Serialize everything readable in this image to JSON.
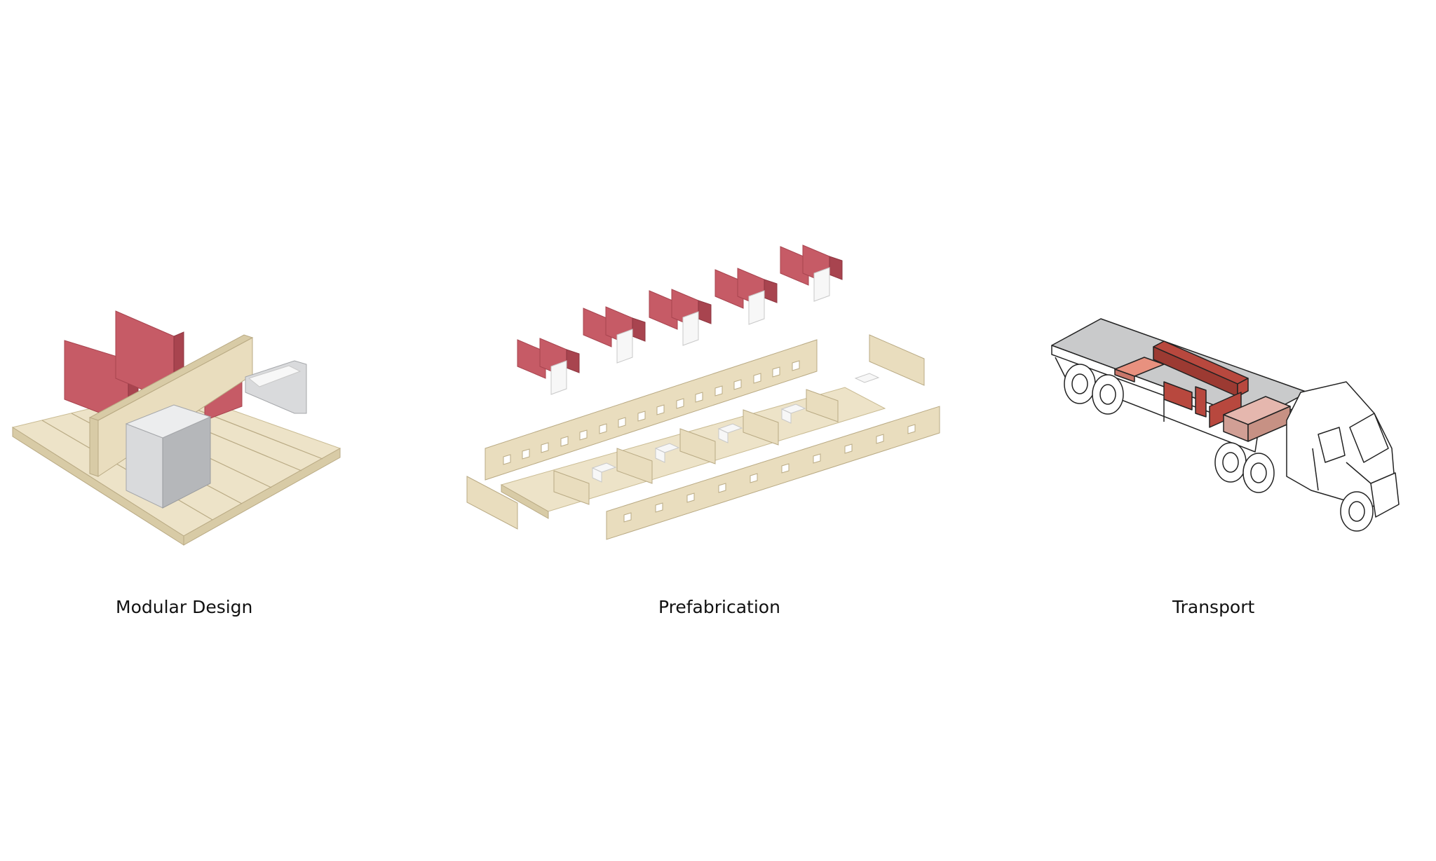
{
  "panels": [
    {
      "id": "modular",
      "caption": "Modular Design",
      "icon": "modular-unit-isometric"
    },
    {
      "id": "prefab",
      "caption": "Prefabrication",
      "icon": "exploded-prefab-components"
    },
    {
      "id": "transport",
      "caption": "Transport",
      "icon": "flatbed-truck-with-panels"
    }
  ],
  "colors": {
    "wood": "#EDE3C8",
    "wood_dark": "#D8CBA6",
    "wood_line": "#B9AA84",
    "wall_red": "#C65B66",
    "wall_red_dark": "#A8444F",
    "wall_grey": "#D9DADC",
    "wall_grey_dark": "#B5B7BA",
    "cargo_salmon": "#E8917F",
    "cargo_brick": "#B8483E",
    "truck_bed": "#C9CACB"
  }
}
